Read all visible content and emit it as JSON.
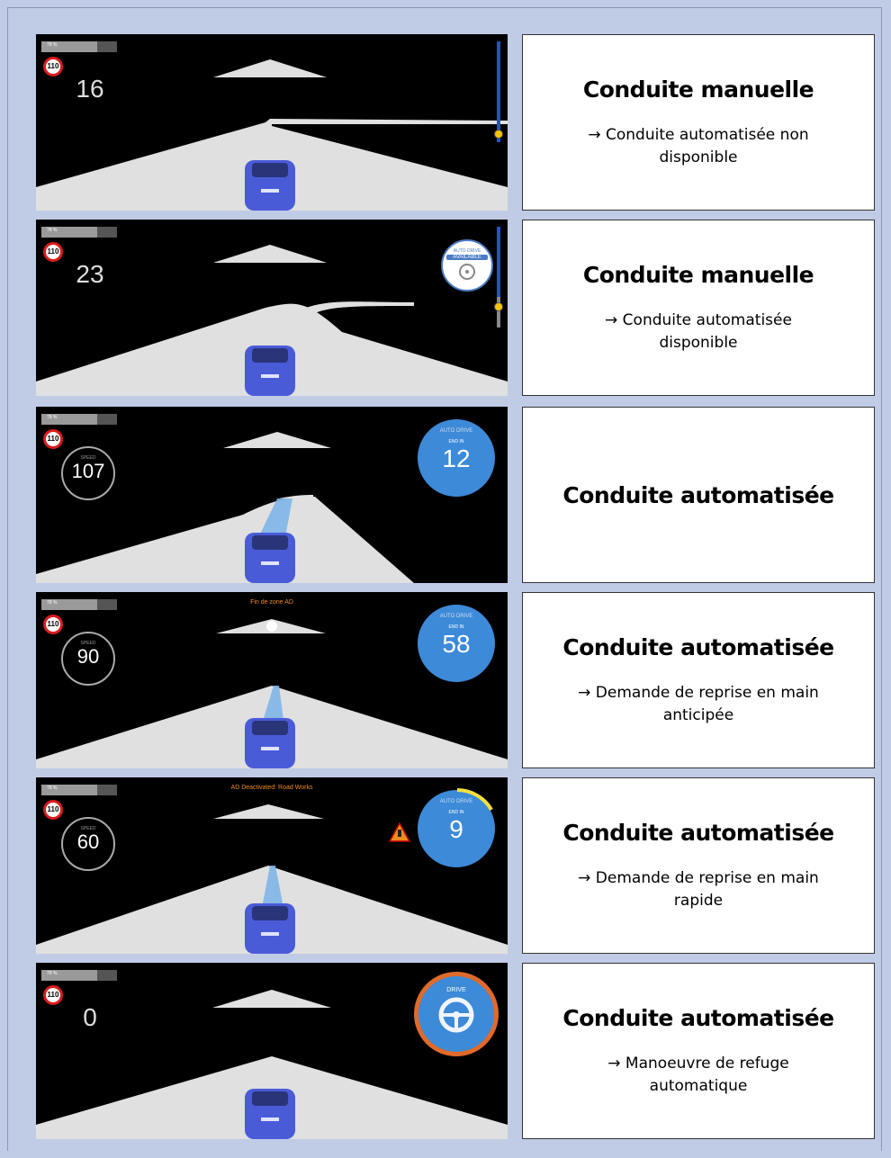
{
  "rows": [
    {
      "speed": "16",
      "speed_limit": "110",
      "battery_label": "78 %",
      "panel_title": "Conduite manuelle",
      "panel_note": "→ Conduite automatisée non disponible"
    },
    {
      "speed": "23",
      "speed_limit": "110",
      "battery_label": "78 %",
      "indicator_line1": "AUTO DRIVE",
      "indicator_line2": "AVAILABLE",
      "panel_title": "Conduite manuelle",
      "panel_note": "→ Conduite automatisée disponible"
    },
    {
      "speed": "107",
      "speed_label": "SPEED",
      "speed_limit": "110",
      "battery_label": "78 %",
      "indicator_title": "AUTO DRIVE",
      "indicator_end_label": "END IN",
      "indicator_value": "12",
      "panel_title": "Conduite automatisée"
    },
    {
      "speed": "90",
      "speed_label": "SPEED",
      "speed_limit": "110",
      "battery_label": "78 %",
      "banner": "Fin de zone AD",
      "indicator_title": "AUTO DRIVE",
      "indicator_end_label": "END IN",
      "indicator_value": "58",
      "panel_title": "Conduite automatisée",
      "panel_note": "→ Demande de reprise en main\nanticipée"
    },
    {
      "speed": "60",
      "speed_label": "SPEED",
      "speed_limit": "110",
      "battery_label": "78 %",
      "banner": "AD Deactivated: Road Works",
      "indicator_title": "AUTO DRIVE",
      "indicator_end_label": "END IN",
      "indicator_value": "9",
      "panel_title": "Conduite automatisée",
      "panel_note": "→ Demande de reprise en main rapide"
    },
    {
      "speed": "0",
      "speed_limit": "110",
      "battery_label": "78 %",
      "indicator_title": "DRIVE",
      "panel_title": "Conduite automatisée",
      "panel_note": "→ Manoeuvre de refuge automatique"
    }
  ],
  "colors": {
    "background": "#c0cbe6",
    "car": "#4a5bd8",
    "indicator_blue": "#3d8ad8",
    "warning_orange": "#f08a1c",
    "limit_red": "#d91c1c"
  }
}
